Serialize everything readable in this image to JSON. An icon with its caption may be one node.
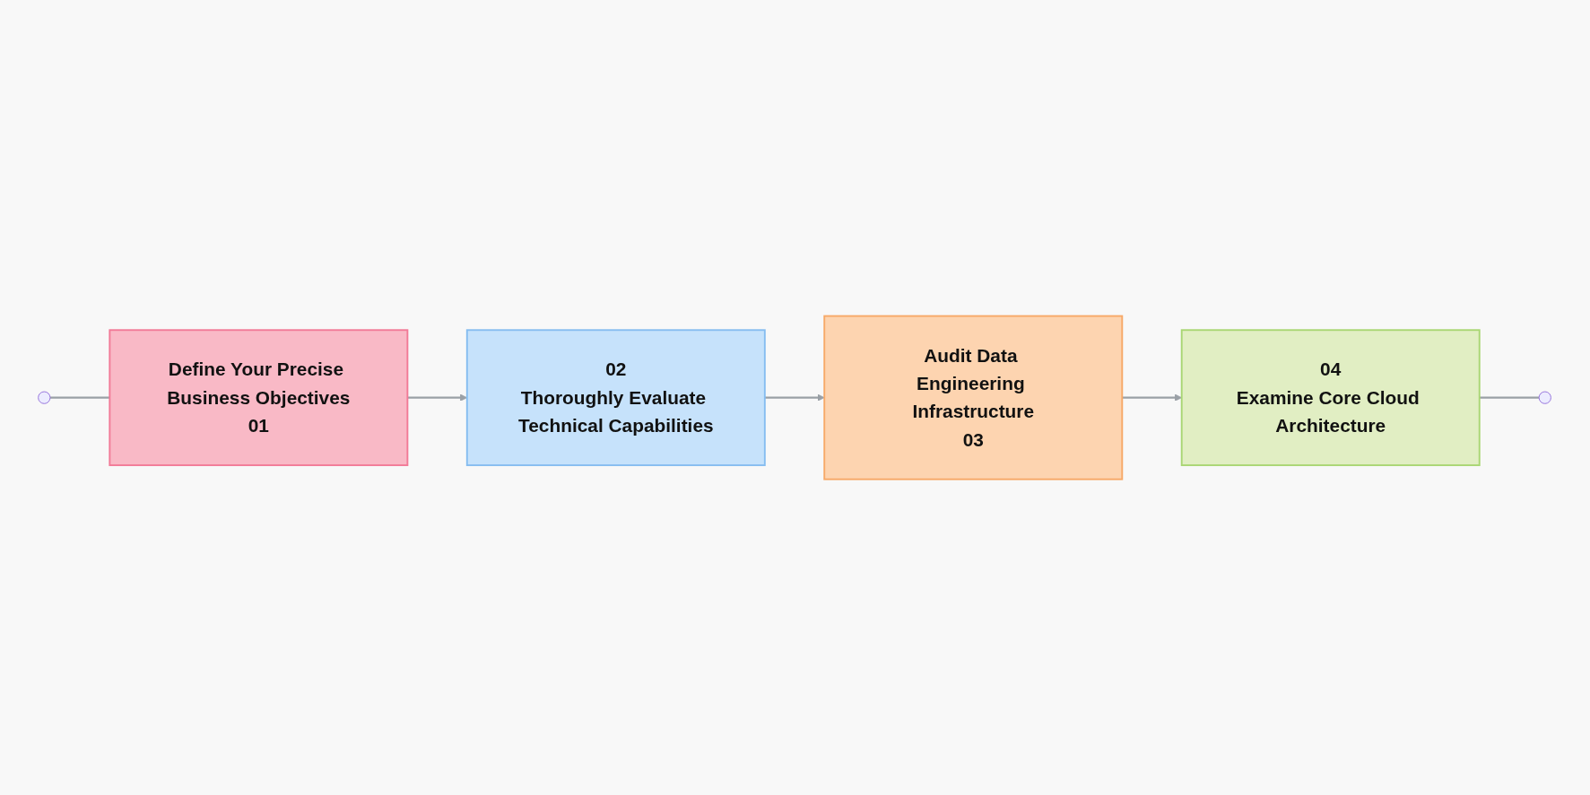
{
  "diagram": {
    "nodes": [
      {
        "text": [],
        "shape": "circle"
      },
      {
        "text": [
          "Define Your Precise Business Objectives",
          "01"
        ]
      },
      {
        "text": [
          "02",
          "Thoroughly Evaluate Technical Capabilities"
        ]
      },
      {
        "text": [
          "Audit Data Engineering Infrastructure",
          "03"
        ]
      },
      {
        "text": [
          "04",
          "Examine Core Cloud Architecture"
        ]
      },
      {
        "text": [],
        "shape": "circle"
      }
    ],
    "edges": [
      {
        "from": 0,
        "to": 1,
        "arrow": "none"
      },
      {
        "from": 1,
        "to": 2,
        "arrow": "to"
      },
      {
        "from": 2,
        "to": 3,
        "arrow": "to"
      },
      {
        "from": 3,
        "to": 4,
        "arrow": "to"
      },
      {
        "from": 4,
        "to": 5,
        "arrow": "none"
      }
    ]
  }
}
